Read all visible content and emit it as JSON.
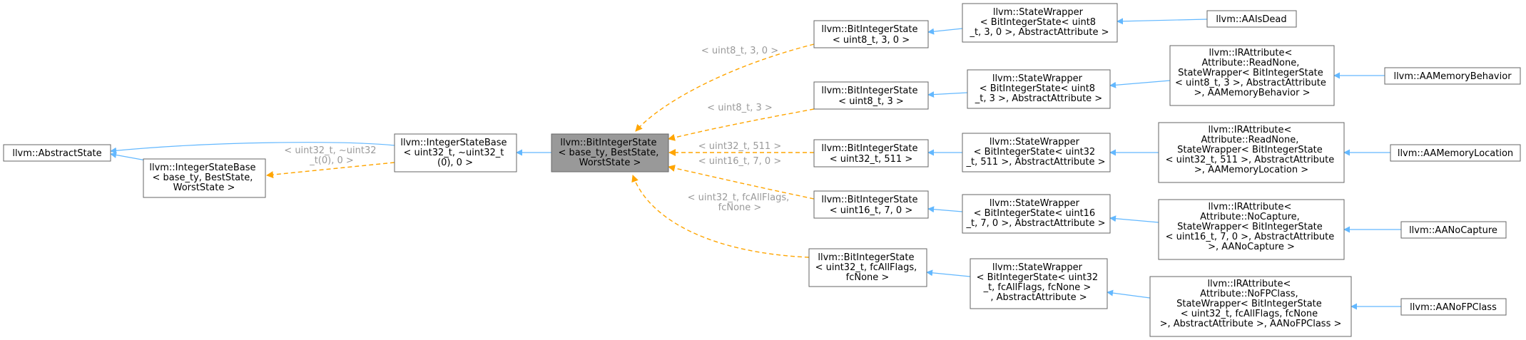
{
  "colors": {
    "inherit_edge": "#63b8ff",
    "template_edge": "#ffa500",
    "highlight_fill": "#999999",
    "edge_label": "#9a9a9a"
  },
  "nodes": {
    "abstract_state": [
      "llvm::AbstractState"
    ],
    "integer_state_base_tpl": [
      "llvm::IntegerStateBase",
      "< base_ty, BestState,",
      "WorstState >"
    ],
    "integer_state_base": [
      "llvm::IntegerStateBase",
      "< uint32_t, ~uint32_t",
      "(0), 0 >"
    ],
    "bit_integer_state_tpl": [
      "llvm::BitIntegerState",
      "< base_ty, BestState,",
      "WorstState >"
    ],
    "bis_u8_3_0": [
      "llvm::BitIntegerState",
      "< uint8_t, 3, 0 >"
    ],
    "bis_u8_3": [
      "llvm::BitIntegerState",
      "< uint8_t, 3 >"
    ],
    "bis_u32_511": [
      "llvm::BitIntegerState",
      "< uint32_t, 511 >"
    ],
    "bis_u16_7_0": [
      "llvm::BitIntegerState",
      "< uint16_t, 7, 0 >"
    ],
    "bis_u32_fc": [
      "llvm::BitIntegerState",
      "< uint32_t, fcAllFlags,",
      "fcNone >"
    ],
    "sw_u8_3_0": [
      "llvm::StateWrapper",
      "< BitIntegerState< uint8",
      "_t, 3, 0 >, AbstractAttribute >"
    ],
    "sw_u8_3": [
      "llvm::StateWrapper",
      "< BitIntegerState< uint8",
      "_t, 3 >, AbstractAttribute >"
    ],
    "sw_u32_511": [
      "llvm::StateWrapper",
      "< BitIntegerState< uint32",
      "_t, 511 >, AbstractAttribute >"
    ],
    "sw_u16_7_0": [
      "llvm::StateWrapper",
      "< BitIntegerState< uint16",
      "_t, 7, 0 >, AbstractAttribute >"
    ],
    "sw_u32_fc": [
      "llvm::StateWrapper",
      "< BitIntegerState< uint32",
      "_t, fcAllFlags, fcNone >",
      ", AbstractAttribute >"
    ],
    "ira_readnone_u8": [
      "llvm::IRAttribute<",
      "Attribute::ReadNone,",
      "StateWrapper< BitIntegerState",
      "< uint8_t, 3 >, AbstractAttribute",
      ">, AAMemoryBehavior >"
    ],
    "ira_readnone_u32": [
      "llvm::IRAttribute<",
      "Attribute::ReadNone,",
      "StateWrapper< BitIntegerState",
      "< uint32_t, 511 >, AbstractAttribute",
      ">, AAMemoryLocation >"
    ],
    "ira_nocapture": [
      "llvm::IRAttribute<",
      "Attribute::NoCapture,",
      "StateWrapper< BitIntegerState",
      "< uint16_t, 7, 0 >, AbstractAttribute",
      ">, AANoCapture >"
    ],
    "ira_nofpclass": [
      "llvm::IRAttribute<",
      "Attribute::NoFPClass,",
      "StateWrapper< BitIntegerState",
      "< uint32_t, fcAllFlags, fcNone",
      ">, AbstractAttribute >, AANoFPClass >"
    ],
    "aa_is_dead": [
      "llvm::AAIsDead"
    ],
    "aa_memory_behavior": [
      "llvm::AAMemoryBehavior"
    ],
    "aa_memory_location": [
      "llvm::AAMemoryLocation"
    ],
    "aa_no_capture": [
      "llvm::AANoCapture"
    ],
    "aa_no_fp_class": [
      "llvm::AANoFPClass"
    ]
  },
  "edge_labels": {
    "isb_tpl": [
      "< uint32_t, ~uint32",
      "_t(0), 0 >"
    ],
    "u8_3_0": [
      "< uint8_t, 3, 0 >"
    ],
    "u8_3": [
      "< uint8_t, 3 >"
    ],
    "u32_511": [
      "< uint32_t, 511 >"
    ],
    "u16_7_0": [
      "< uint16_t, 7, 0 >"
    ],
    "u32_fc": [
      "< uint32_t, fcAllFlags,",
      "fcNone >"
    ]
  }
}
